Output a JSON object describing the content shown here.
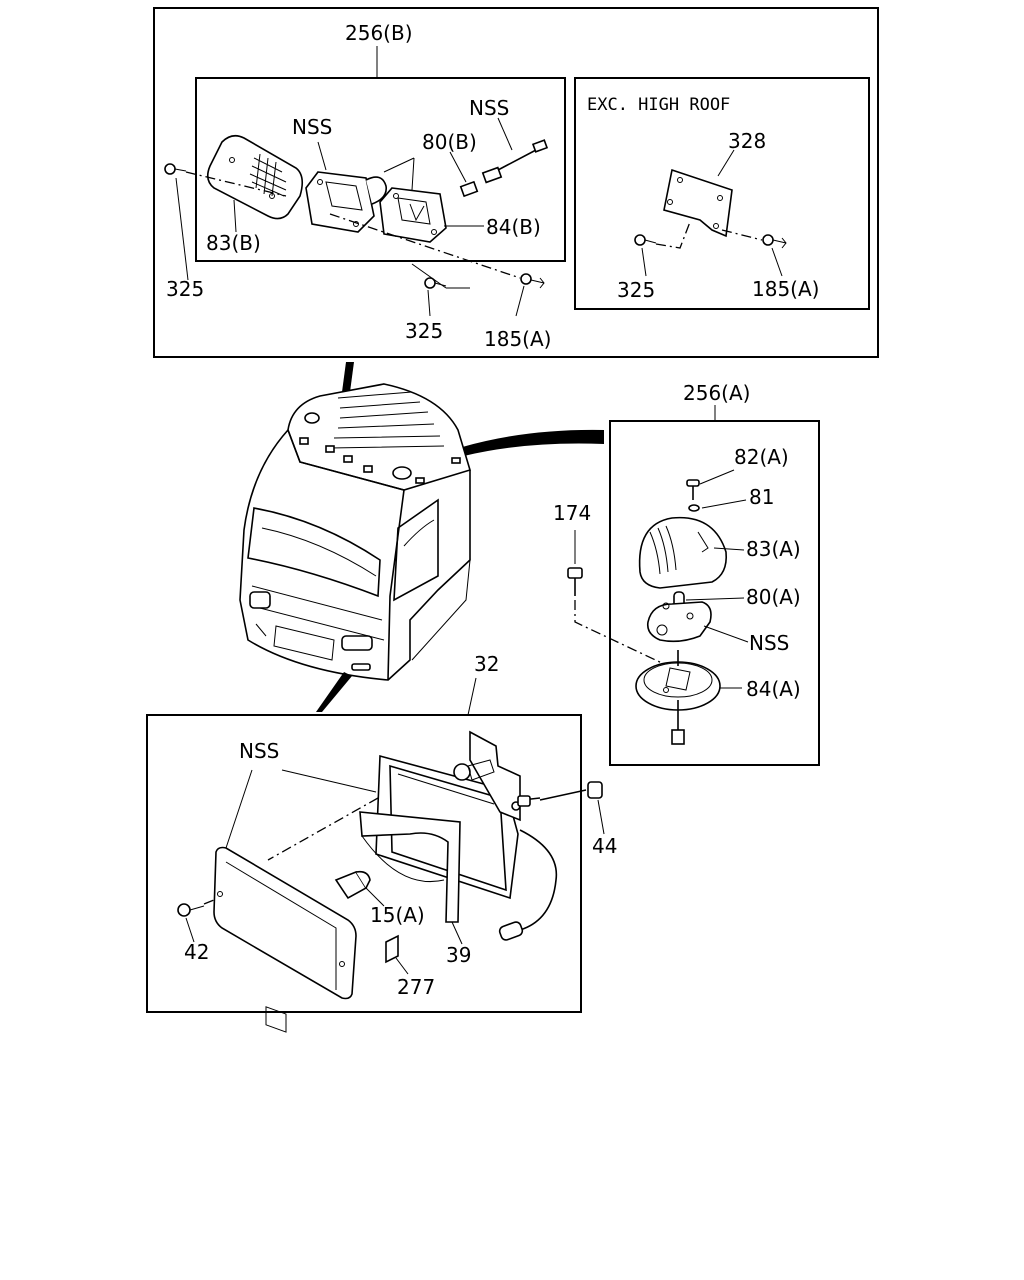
{
  "labels": {
    "top": {
      "group": "256(B)",
      "nss_left": "NSS",
      "nss_right": "NSS",
      "bulb": "80(B)",
      "socket": "84(B)",
      "lens": "83(B)",
      "screw_left": "325",
      "screw_bottom": "325",
      "clip": "185(A)"
    },
    "inset": {
      "title": "EXC. HIGH ROOF",
      "plate": "328",
      "screw": "325",
      "clip": "185(A)"
    },
    "right": {
      "group": "256(A)",
      "screw_top": "82(A)",
      "washer": "81",
      "lens": "83(A)",
      "bulb": "80(A)",
      "nss": "NSS",
      "base": "84(A)",
      "bolt": "174"
    },
    "bottom": {
      "group": "32",
      "nss": "NSS",
      "nut": "44",
      "bulb": "15(A)",
      "screw": "42",
      "band": "39",
      "clip": "277"
    }
  }
}
